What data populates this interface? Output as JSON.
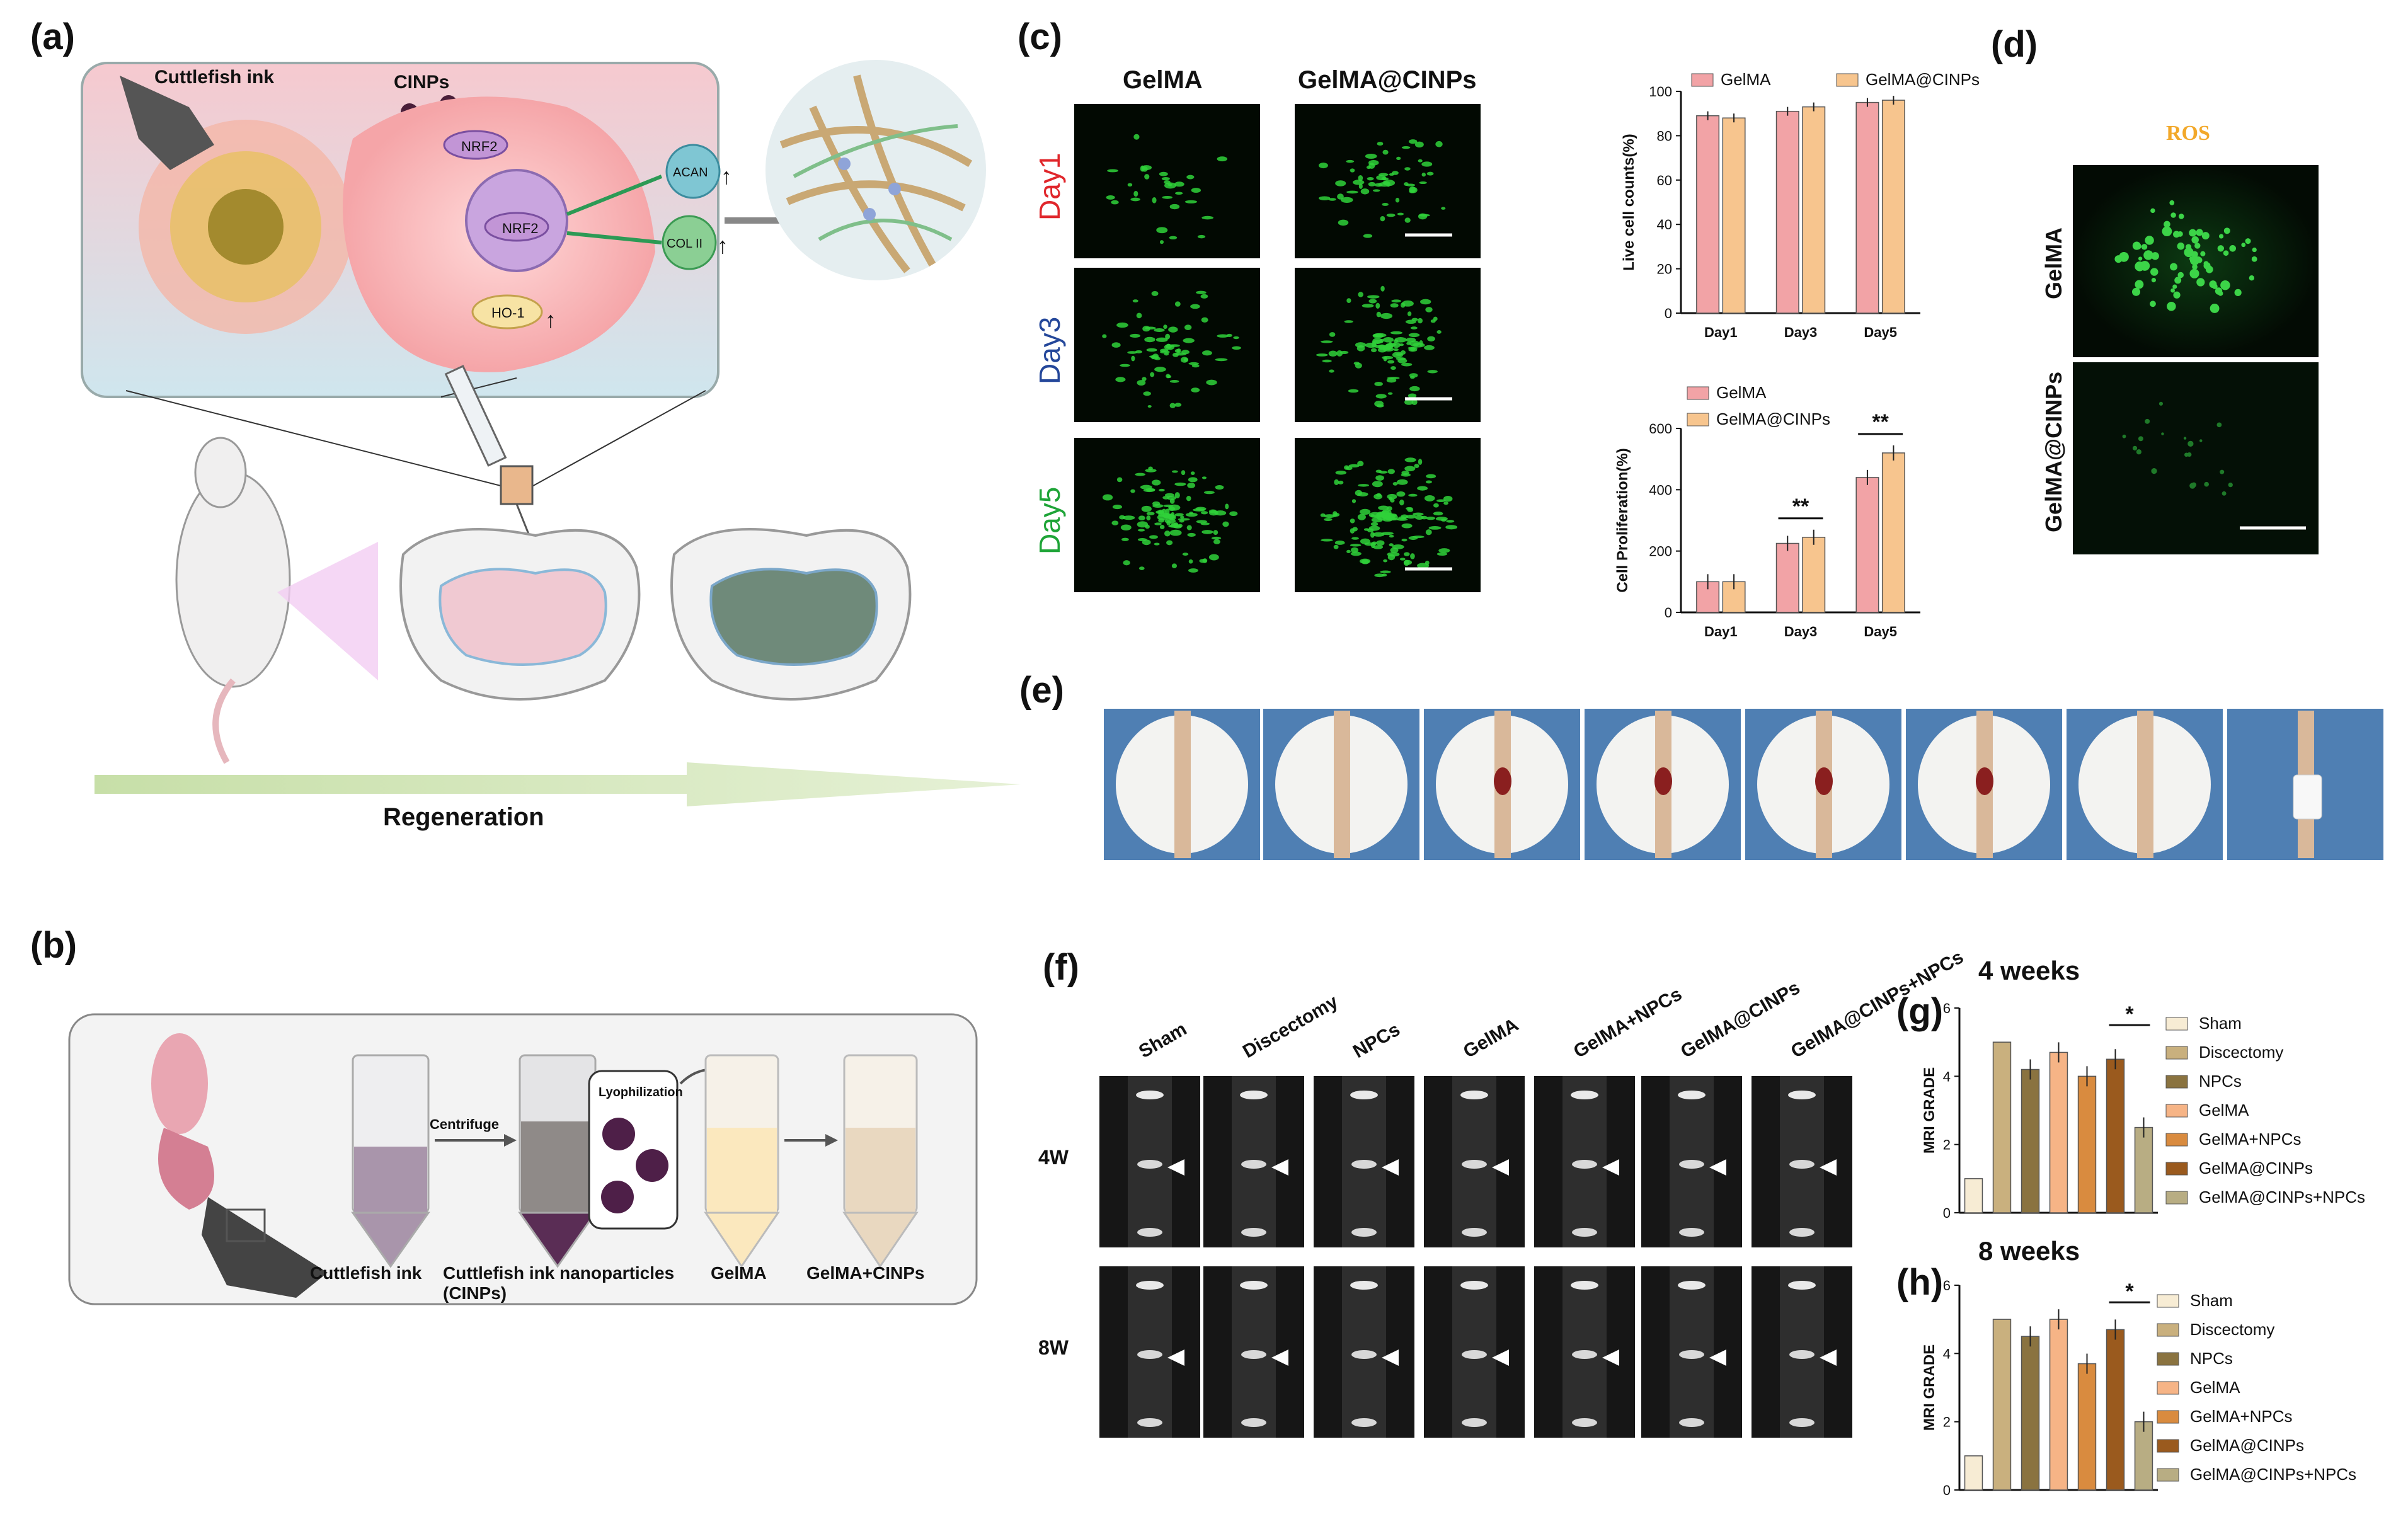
{
  "panels": {
    "a": "(a)",
    "b": "(b)",
    "c": "(c)",
    "d": "(d)",
    "e": "(e)",
    "f": "(f)",
    "g": "(g)",
    "h": "(h)"
  },
  "panel_a": {
    "cuttlefish_ink": "Cuttlefish ink",
    "cinps": "CINPs",
    "nrf2": "NRF2",
    "ho1": "HO-1",
    "acan": "ACAN",
    "col2": "COL II",
    "regeneration": "Regeneration"
  },
  "panel_b": {
    "centrifuge": "Centrifuge",
    "lyophilization": "Lyophilization",
    "cuttlefish_ink": "Cuttlefish ink",
    "cinps_line1": "Cuttlefish ink nanoparticles",
    "cinps_line2": "(CINPs)",
    "gelma": "GelMA",
    "gelma_cinps": "GelMA+CINPs"
  },
  "panel_c": {
    "col_gelma": "GelMA",
    "col_gelma_cinps": "GelMA@CINPs",
    "rows": [
      "Day1",
      "Day3",
      "Day5"
    ],
    "row_colors": [
      "#e0262b",
      "#24479a",
      "#1ea437"
    ]
  },
  "panel_d": {
    "title": "ROS",
    "rows": [
      "GelMA",
      "GelMA@CINPs"
    ]
  },
  "panel_f": {
    "columns": [
      "Sham",
      "Discectomy",
      "NPCs",
      "GelMA",
      "GelMA+NPCs",
      "GelMA@CINPs",
      "GelMA@CINPs+NPCs"
    ],
    "rows": [
      "4W",
      "8W"
    ]
  },
  "colors": {
    "gelma": "#f2a3a6",
    "gelma_cinps": "#f7c58e",
    "sham": "#f7ecd4",
    "discectomy": "#c9b07e",
    "npcs": "#8a7340",
    "gelma_mri": "#f6b486",
    "gelma_npcs": "#d98b3f",
    "gelma_cinps_mri": "#9a5a1e",
    "gelma_cinps_npcs": "#b8ad83"
  },
  "chart_data": [
    {
      "id": "c-live",
      "type": "bar",
      "categories": [
        "Day1",
        "Day3",
        "Day5"
      ],
      "series": [
        {
          "name": "GelMA",
          "values": [
            89,
            91,
            95
          ]
        },
        {
          "name": "GelMA@CINPs",
          "values": [
            88,
            93,
            96
          ]
        }
      ],
      "ylabel": "Live cell counts(%)",
      "ylim": [
        0,
        100
      ],
      "yticks": [
        0,
        20,
        40,
        60,
        80,
        100
      ],
      "legend": "top",
      "annotations": []
    },
    {
      "id": "c-prolif",
      "type": "bar",
      "categories": [
        "Day1",
        "Day3",
        "Day5"
      ],
      "series": [
        {
          "name": "GelMA",
          "values": [
            100,
            225,
            440
          ]
        },
        {
          "name": "GelMA@CINPs",
          "values": [
            100,
            245,
            520
          ]
        }
      ],
      "ylabel": "Cell Proliferation(%)",
      "ylim": [
        0,
        600
      ],
      "yticks": [
        0,
        200,
        400,
        600
      ],
      "legend": "top-left",
      "annotations": [
        "**",
        "**"
      ]
    },
    {
      "id": "g",
      "type": "bar",
      "title": "4 weeks",
      "categories": [
        "Sham",
        "Discectomy",
        "NPCs",
        "GelMA",
        "GelMA+NPCs",
        "GelMA@CINPs",
        "GelMA@CINPs+NPCs"
      ],
      "values": [
        1,
        5,
        4.2,
        4.7,
        4,
        4.5,
        2.5
      ],
      "ylabel": "MRI GRADE",
      "ylim": [
        0,
        6
      ],
      "yticks": [
        0,
        2,
        4,
        6
      ],
      "legend": "right",
      "annotations": [
        "*"
      ]
    },
    {
      "id": "h",
      "type": "bar",
      "title": "8 weeks",
      "categories": [
        "Sham",
        "Discectomy",
        "NPCs",
        "GelMA",
        "GelMA+NPCs",
        "GelMA@CINPs",
        "GelMA@CINPs+NPCs"
      ],
      "values": [
        1,
        5,
        4.5,
        5,
        3.7,
        4.7,
        2
      ],
      "ylabel": "MRI GRADE",
      "ylim": [
        0,
        6
      ],
      "yticks": [
        0,
        2,
        4,
        6
      ],
      "legend": "right",
      "annotations": [
        "*"
      ]
    }
  ]
}
